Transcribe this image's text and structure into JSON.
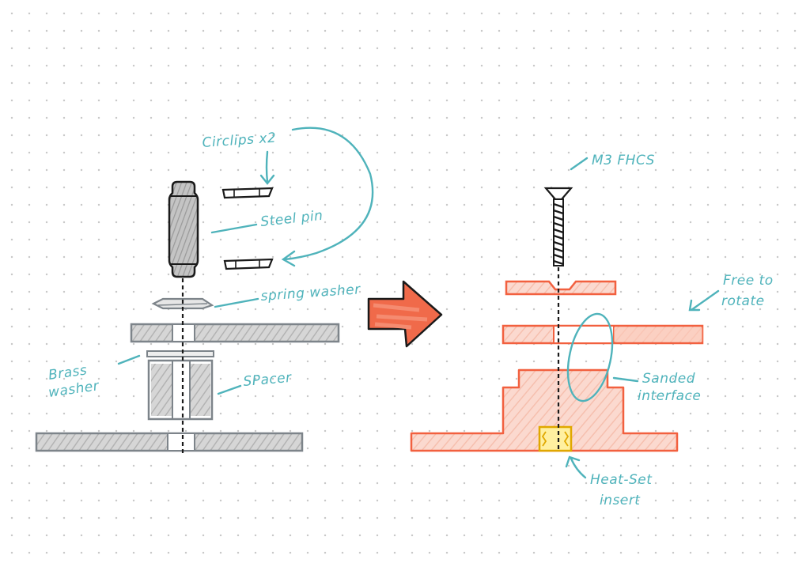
{
  "colors": {
    "annotation": "#4fb3bb",
    "ink": "#1a1a1a",
    "gray_part_outline": "#7d848a",
    "gray_part_fill": "#e3e3e3",
    "gray_shading": "#b8b8b8",
    "orange_outline": "#f2603f",
    "orange_fill": "#fbd9cf",
    "arrow_fill": "#f06a4a",
    "insert_outline": "#e0a800",
    "insert_fill": "#fff0a0",
    "dot_grid": "#c9c9c9"
  },
  "labels": {
    "circlips": "Circlips x2",
    "steel_pin": "Steel pin",
    "spring_washer": "spring washer",
    "brass_washer_line1": "Brass",
    "brass_washer_line2": "washer",
    "spacer": "SPacer",
    "m3_fhcs": "M3 FHCS",
    "free_line1": "Free to",
    "free_line2": "rotate",
    "sanded_line1": "Sanded",
    "sanded_line2": "interface",
    "heat_line1": "Heat-Set",
    "heat_line2": "insert"
  }
}
